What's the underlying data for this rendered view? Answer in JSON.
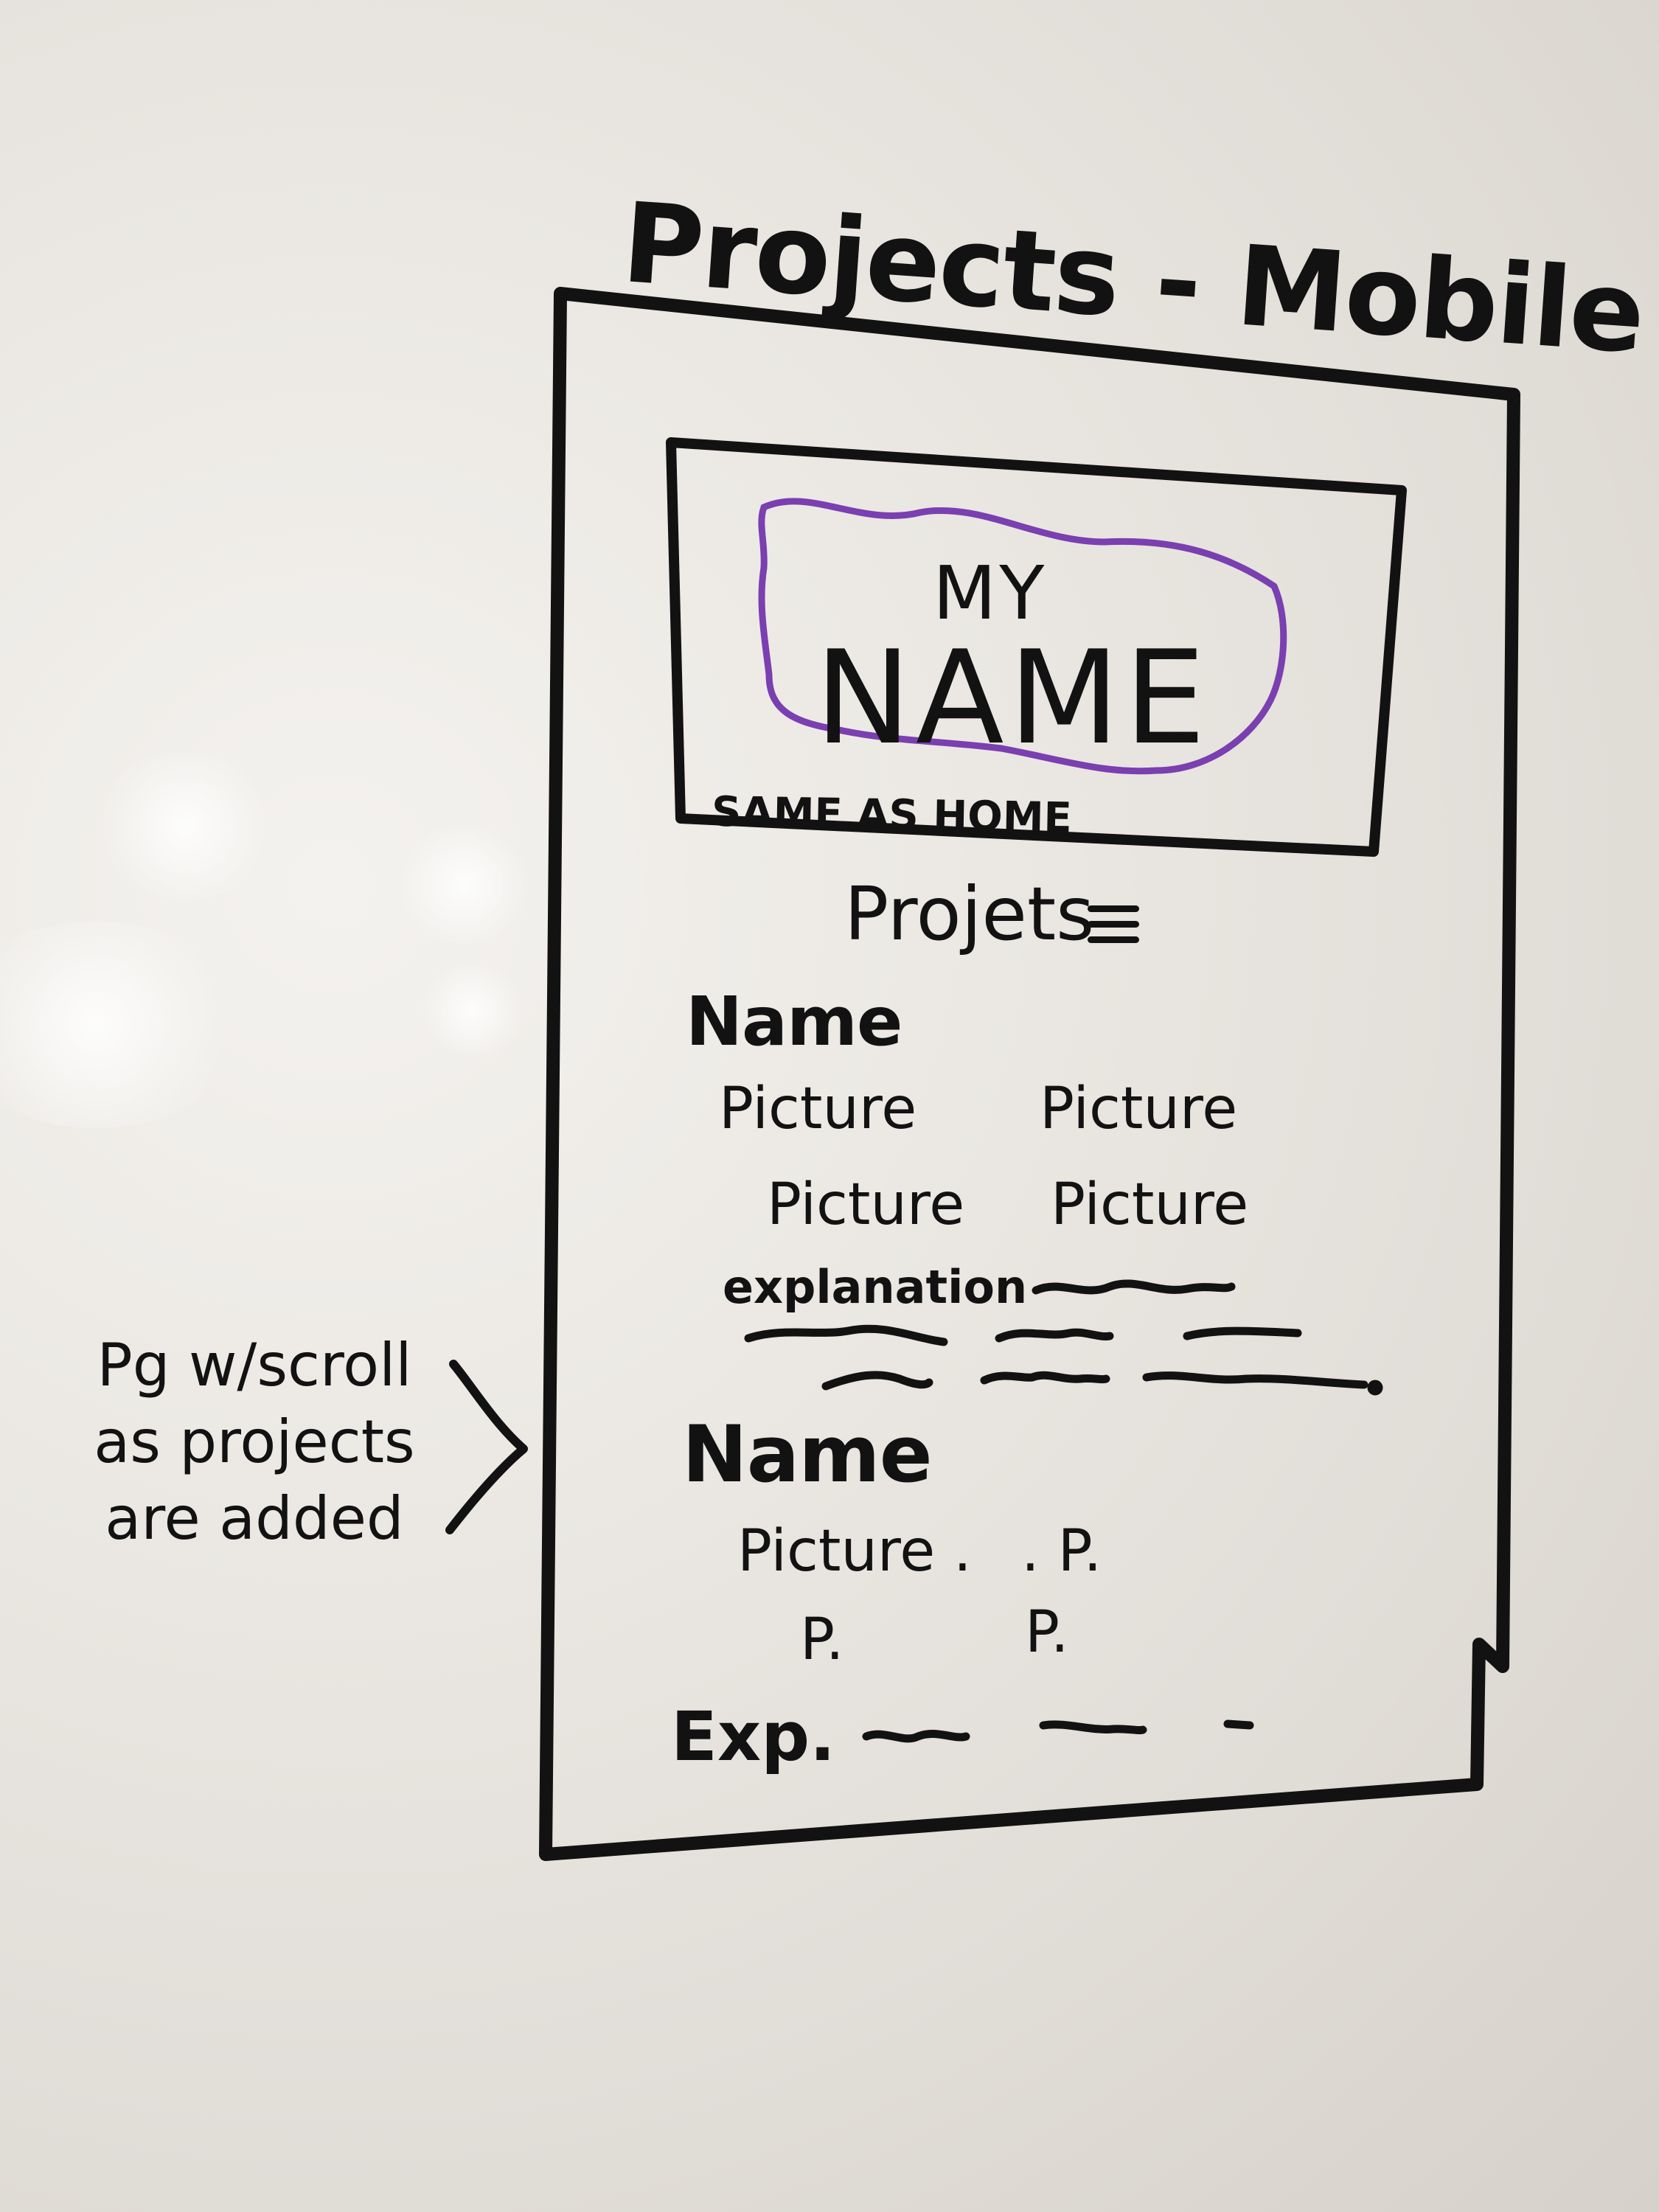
{
  "board": {
    "title": "Projects - Mobile",
    "annotation": [
      "Pg w/scroll",
      "as projects",
      "are added"
    ]
  },
  "header": {
    "name_small": "MY",
    "name_large": "NAME",
    "note": "SAME AS HOME"
  },
  "nav": {
    "label": "Projets",
    "menu_icon": "hamburger-menu-icon"
  },
  "projects": [
    {
      "name": "Name",
      "pictures": [
        "Picture",
        "Picture",
        "Picture",
        "Picture"
      ],
      "explanation": "explanation"
    },
    {
      "name": "Name",
      "pictures": [
        "Picture .",
        ". P.",
        "P.",
        "P."
      ],
      "explanation": "Exp."
    }
  ],
  "colors": {
    "ink": "#121212",
    "highlight": "#7a3fb0",
    "board": "#ebe8e3"
  }
}
